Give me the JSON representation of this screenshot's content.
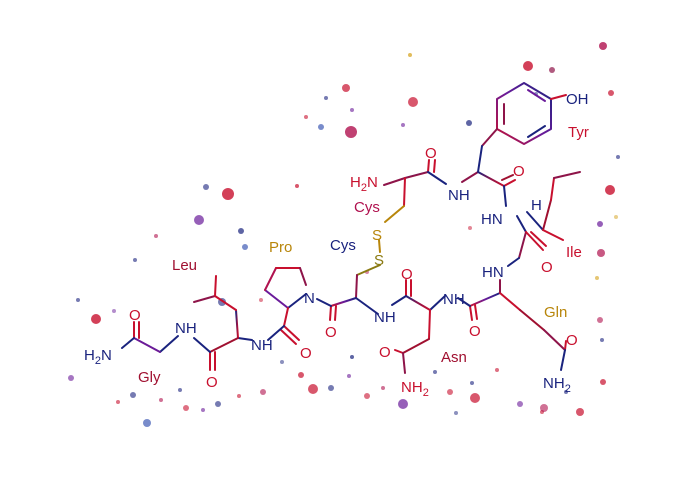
{
  "residues": {
    "tyr": "Tyr",
    "cys_top": "Cys",
    "ile": "Ile",
    "cys_bottom": "Cys",
    "pro": "Pro",
    "leu": "Leu",
    "gly": "Gly",
    "asn": "Asn",
    "gln": "Gln"
  },
  "atoms": {
    "oh": "OH",
    "h2n_top": "H2N",
    "o_cys_top": "O",
    "nh_cys_tyr": "NH",
    "o_tyr": "O",
    "hn_ile": "HN",
    "h_ile": "H",
    "s1": "S",
    "s2": "S",
    "o_ile": "O",
    "hn_gln": "HN",
    "n_pro": "N",
    "o_pro": "O",
    "nh_pro": "NH",
    "o_cys_bottom": "O",
    "nh_cys_asn": "NH",
    "o_asn": "O",
    "nh_asn_gln": "NH",
    "o_gln": "O",
    "o_leu": "O",
    "nh_leu_gly": "NH",
    "o_gly": "O",
    "h2n_gly": "H2N",
    "o_asn_side": "O",
    "nh2_asn": "NH2",
    "o_gln_side": "O",
    "nh2_gln": "NH2"
  },
  "colors": {
    "red": "#c8102e",
    "crimson": "#a01030",
    "navy": "#1a237e",
    "purple": "#6a1b9a",
    "magenta": "#b0124f",
    "gold": "#b8860b",
    "olive": "#8a7a12",
    "blue": "#1f3fa8"
  }
}
